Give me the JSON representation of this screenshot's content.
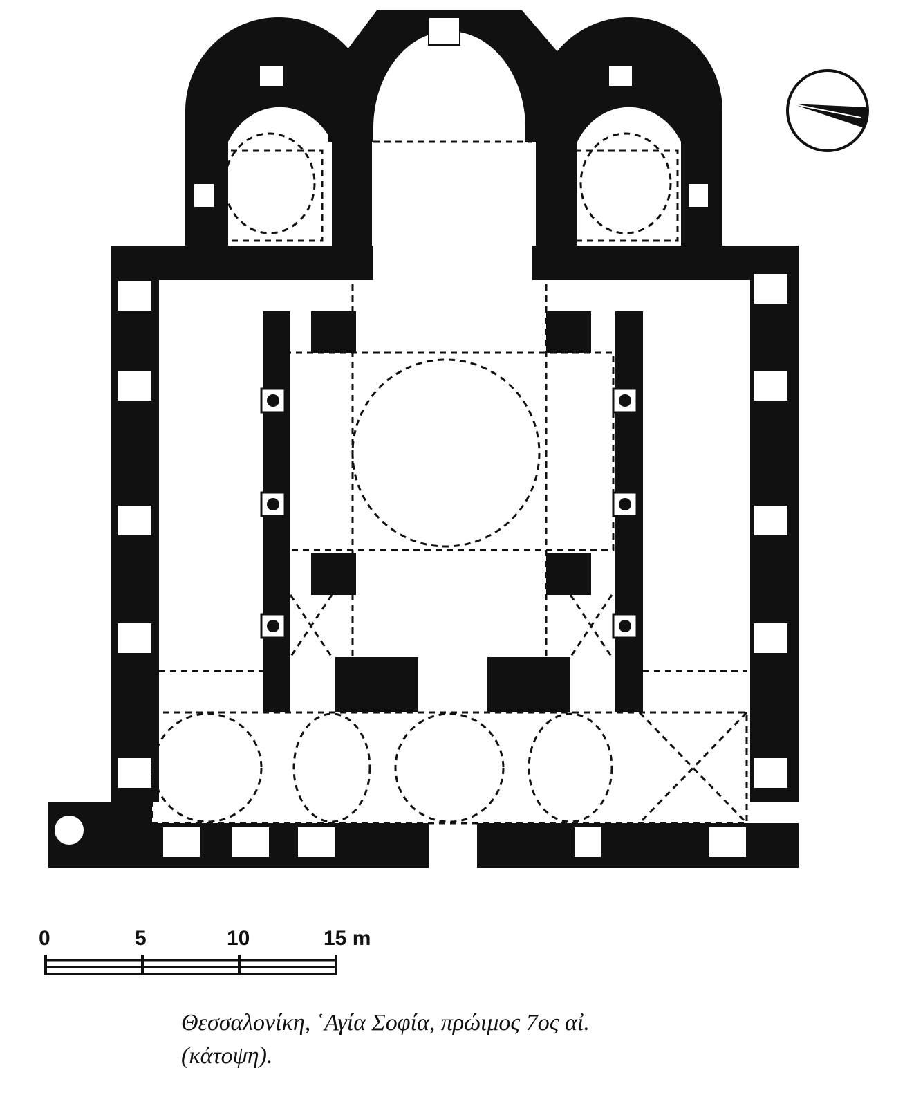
{
  "scale_bar": {
    "labels": [
      "0",
      "5",
      "10",
      "15 m"
    ],
    "max_value": 15,
    "unit": "m"
  },
  "caption": {
    "line1": "Θεσσαλονίκη, ῾Αγία Σοφία, πρώιμος 7ος αἰ.",
    "line2": "(κάτοψη)."
  },
  "north_arrow": {
    "icon": "north-arrow-icon"
  },
  "colors": {
    "ink": "#111111",
    "paper": "#ffffff"
  }
}
